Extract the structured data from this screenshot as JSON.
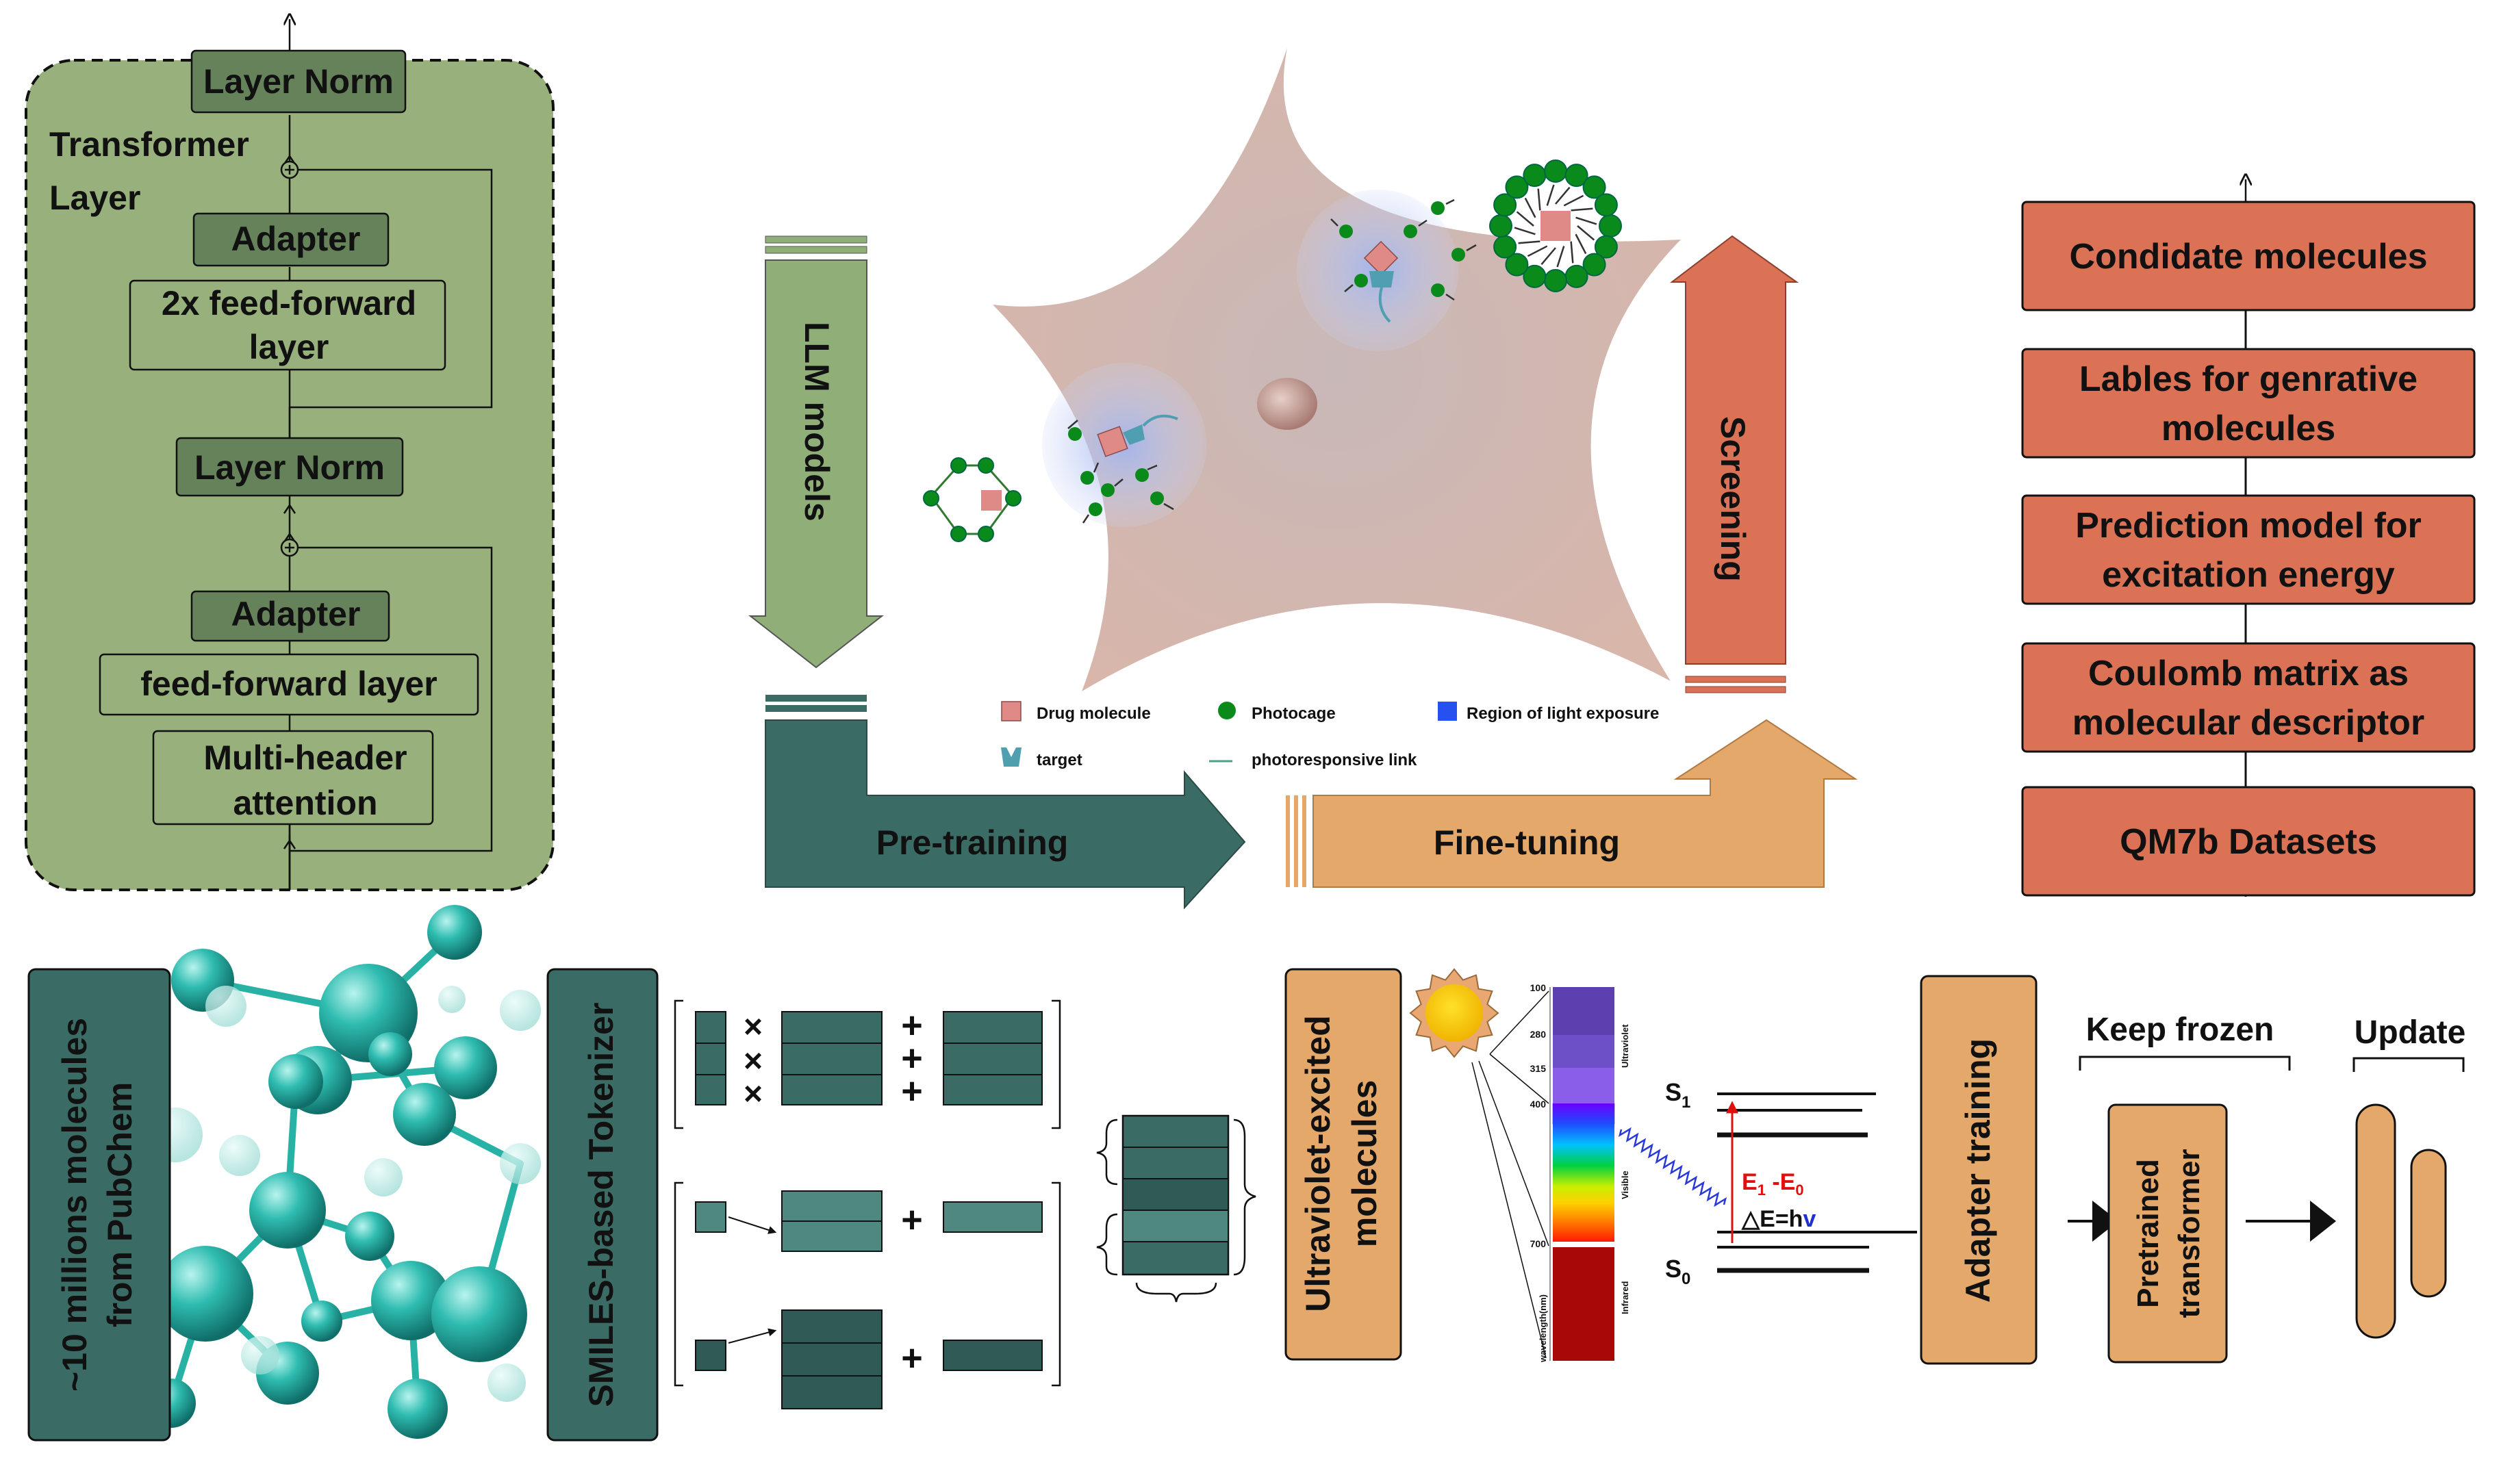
{
  "transformer": {
    "caption_line1": "Transformer",
    "caption_line2": "Layer",
    "layer_norm_top": "Layer Norm",
    "adapter_top": "Adapter",
    "ff2x_line1": "2x feed-forward",
    "ff2x_line2": "layer",
    "layer_norm_mid": "Layer Norm",
    "adapter_bottom": "Adapter",
    "ff_layer": "feed-forward layer",
    "mha_line1": "Multi-header",
    "mha_line2": "attention",
    "plus_symbol": "+"
  },
  "pipeline": {
    "llm_models": "LLM models",
    "pre_training": "Pre-training",
    "fine_tuning": "Fine-tuning",
    "screening": "Screening"
  },
  "legend": {
    "drug_molecule": "Drug molecule",
    "photocage": "Photocage",
    "region_light": "Region of light exposure",
    "target": "target",
    "photoresponsive_link": "photoresponsive link"
  },
  "right_stack": {
    "items": [
      "Condidate molecules",
      "Lables for genrative|molecules",
      "Prediction model for|excitation energy",
      "Coulomb matrix as|molecular descriptor",
      "QM7b Datasets"
    ]
  },
  "bottom": {
    "pubchem_line1": "~10 millions molecules",
    "pubchem_line2": "from PubChem",
    "tokenizer": "SMILES-based Tokenizer",
    "times": "×",
    "plus": "+",
    "uv_line1": "Ultraviolet-excited",
    "uv_line2": "molecules",
    "adapter_training": "Adapter training",
    "keep_frozen": "Keep frozen",
    "update": "Update",
    "pretrained_line1": "Pretrained",
    "pretrained_line2": "transformer"
  },
  "spectrum": {
    "ticks": [
      "100",
      "280",
      "315",
      "400",
      "700"
    ],
    "ultraviolet": "Ultraviolet",
    "visible": "Visible",
    "infrared": "Infrared",
    "wavelength": "wavelength(nm)"
  },
  "energy": {
    "s1": "S",
    "s1_sub": "1",
    "s0": "S",
    "s0_sub": "0",
    "e1": "E",
    "e1_sub": "1",
    "minus_e0": " -E",
    "e0_sub": "0",
    "delta_prefix": "△E=h",
    "nu": "v"
  },
  "colors": {
    "transformer_green": "#98b07b",
    "dark_green_box": "#65825a",
    "llm_green": "#8fae78",
    "teal_dark": "#3b6b65",
    "teal_mid": "#4f8880",
    "orange": "#e4a86a",
    "red_orange": "#db7256",
    "cell": "#d4b3a8"
  }
}
